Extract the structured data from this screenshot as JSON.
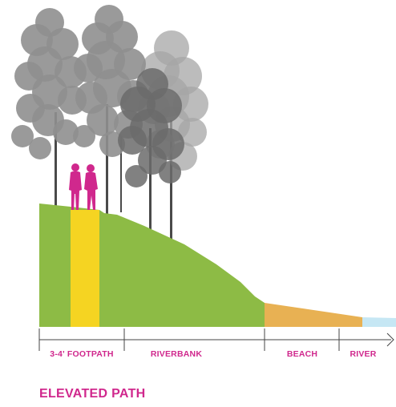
{
  "diagram": {
    "caption": "ELEVATED PATH",
    "zones": [
      {
        "label": "3-4' FOOTPATH"
      },
      {
        "label": "RIVERBANK"
      },
      {
        "label": "BEACH"
      },
      {
        "label": "RIVER"
      }
    ]
  },
  "colors": {
    "ground": "#8dbb45",
    "footpath": "#f5d422",
    "beach": "#e8b153",
    "river": "#c6e7f4",
    "people": "#d0288d",
    "label": "#d0288d",
    "tree_dark": "#6b6b6b",
    "tree_light": "#8f8f8f",
    "tree_far": "#a5a5a5",
    "trunk": "#4a4a4a",
    "scale_line": "#444444"
  },
  "icons": {
    "people": "couple-walking-icon",
    "trees": "tree-silhouette-icon",
    "arrow": "chevron-right-icon"
  }
}
